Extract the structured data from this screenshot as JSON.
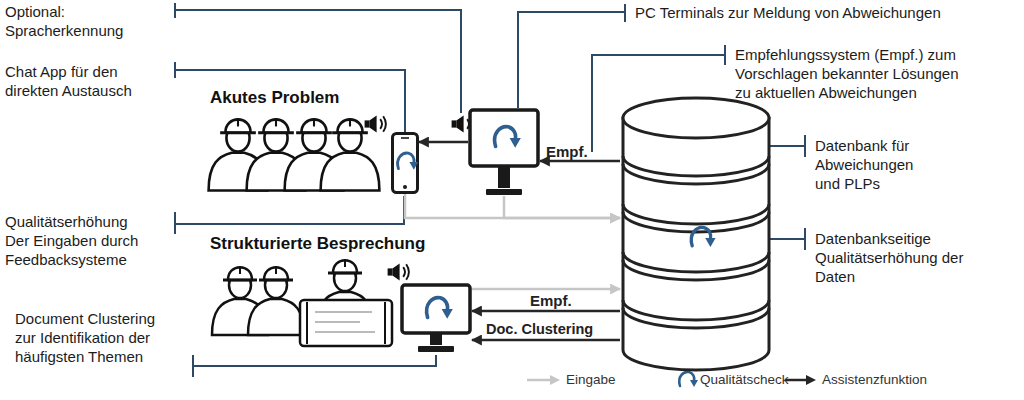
{
  "diagram": {
    "nodes": [
      {
        "text": [
          "Chat App für den direkten Austausch",
          "Qualitätserhöhung Der Eingaben durch Feedbacksysteme"
        ]
      },
      {
        "text": [
          "PC Terminals zur Meldung von Abweichungen"
        ]
      },
      {
        "text": [
          "Datenbank für Abweichungen und PLPs",
          "Datenbankseitige Qualitätserhöhung der Daten"
        ]
      },
      {
        "text": [
          "Document Clustering zur Identifikation der häufigsten Themen"
        ]
      }
    ],
    "edges": [
      {
        "from": 2,
        "to": 1,
        "arrow": "to",
        "label": "Empf."
      },
      {
        "from": 1,
        "to": 0,
        "arrow": "to"
      },
      {
        "from": 0,
        "to": 2,
        "arrow": "to"
      },
      {
        "from": 1,
        "to": 2,
        "arrow": "to"
      },
      {
        "from": 3,
        "to": 2,
        "arrow": "to"
      },
      {
        "from": 2,
        "to": 3,
        "arrow": "to",
        "label": "Empf."
      },
      {
        "from": 2,
        "to": 3,
        "arrow": "to",
        "label": "Doc. Clustering"
      }
    ],
    "labels": [
      "Optional: Spracherkennung",
      "Akutes Problem",
      "Empfehlungssystem (Empf.) zum Vorschlagen bekannter Lösungen zu aktuellen Abweichungen",
      "Strukturierte Besprechung"
    ],
    "legend": [
      {
        "text": "Eingabe"
      },
      {
        "text": "Qualitätscheck"
      },
      {
        "text": "Assistenzfunktion"
      }
    ]
  }
}
